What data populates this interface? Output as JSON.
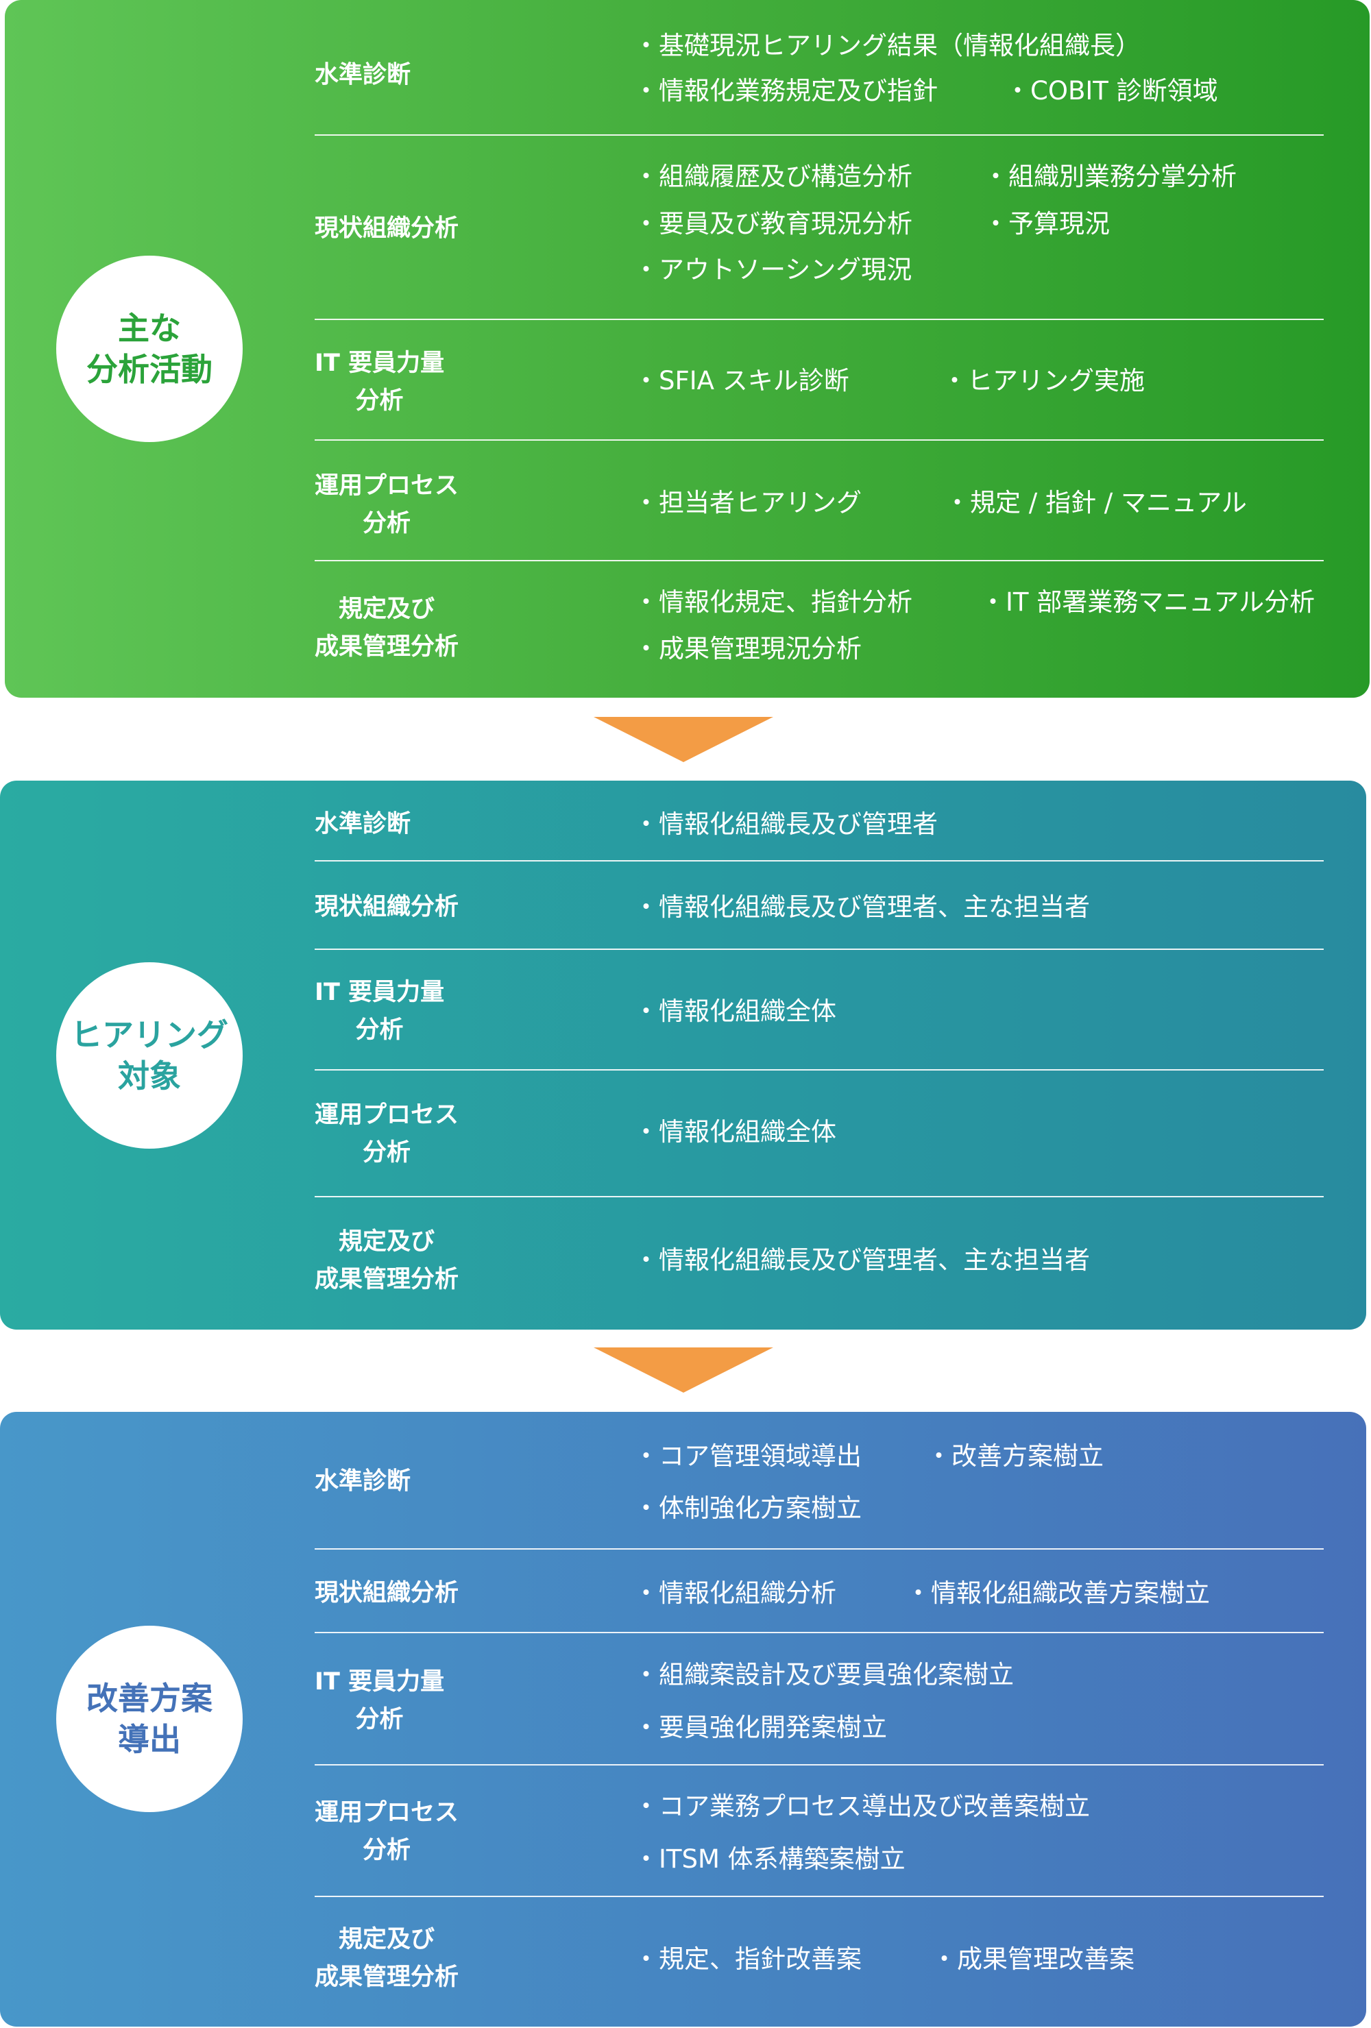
{
  "colors": {
    "section1": "#44ae3c",
    "section2": "#2897a1",
    "section3": "#4682c0",
    "arrow": "#f39c45"
  },
  "sections": [
    {
      "title": [
        "主な",
        "分析活動"
      ],
      "rows": [
        {
          "label": [
            "水準診断"
          ],
          "items": [
            "基礎現況ヒアリング結果（情報化組織長）",
            "情報化業務規定及び指針",
            "COBIT 診断領域"
          ]
        },
        {
          "label": [
            "現状組織分析"
          ],
          "items": [
            "組織履歴及び構造分析",
            "組織別業務分掌分析",
            "要員及び教育現況分析",
            "予算現況",
            "アウトソーシング現況"
          ]
        },
        {
          "label": [
            "IT 要員力量",
            "分析"
          ],
          "items": [
            "SFIA スキル診断",
            "ヒアリング実施"
          ]
        },
        {
          "label": [
            "運用プロセス",
            "分析"
          ],
          "items": [
            "担当者ヒアリング",
            "規定 / 指針 / マニュアル"
          ]
        },
        {
          "label": [
            "規定及び",
            "成果管理分析"
          ],
          "items": [
            "情報化規定、指針分析",
            "IT 部署業務マニュアル分析",
            "成果管理現況分析"
          ]
        }
      ]
    },
    {
      "title": [
        "ヒアリング",
        "対象"
      ],
      "rows": [
        {
          "label": [
            "水準診断"
          ],
          "items": [
            "情報化組織長及び管理者"
          ]
        },
        {
          "label": [
            "現状組織分析"
          ],
          "items": [
            "情報化組織長及び管理者、主な担当者"
          ]
        },
        {
          "label": [
            "IT 要員力量",
            "分析"
          ],
          "items": [
            "情報化組織全体"
          ]
        },
        {
          "label": [
            "運用プロセス",
            "分析"
          ],
          "items": [
            "情報化組織全体"
          ]
        },
        {
          "label": [
            "規定及び",
            "成果管理分析"
          ],
          "items": [
            "情報化組織長及び管理者、主な担当者"
          ]
        }
      ]
    },
    {
      "title": [
        "改善方案",
        "導出"
      ],
      "rows": [
        {
          "label": [
            "水準診断"
          ],
          "items": [
            "コア管理領域導出",
            "改善方案樹立",
            "体制強化方案樹立"
          ]
        },
        {
          "label": [
            "現状組織分析"
          ],
          "items": [
            "情報化組織分析",
            "情報化組織改善方案樹立"
          ]
        },
        {
          "label": [
            "IT 要員力量",
            "分析"
          ],
          "items": [
            "組織案設計及び要員強化案樹立",
            "要員強化開発案樹立"
          ]
        },
        {
          "label": [
            "運用プロセス",
            "分析"
          ],
          "items": [
            "コア業務プロセス導出及び改善案樹立",
            "ITSM 体系構築案樹立"
          ]
        },
        {
          "label": [
            "規定及び",
            "成果管理分析"
          ],
          "items": [
            "規定、指針改善案",
            "成果管理改善案"
          ]
        }
      ]
    }
  ]
}
